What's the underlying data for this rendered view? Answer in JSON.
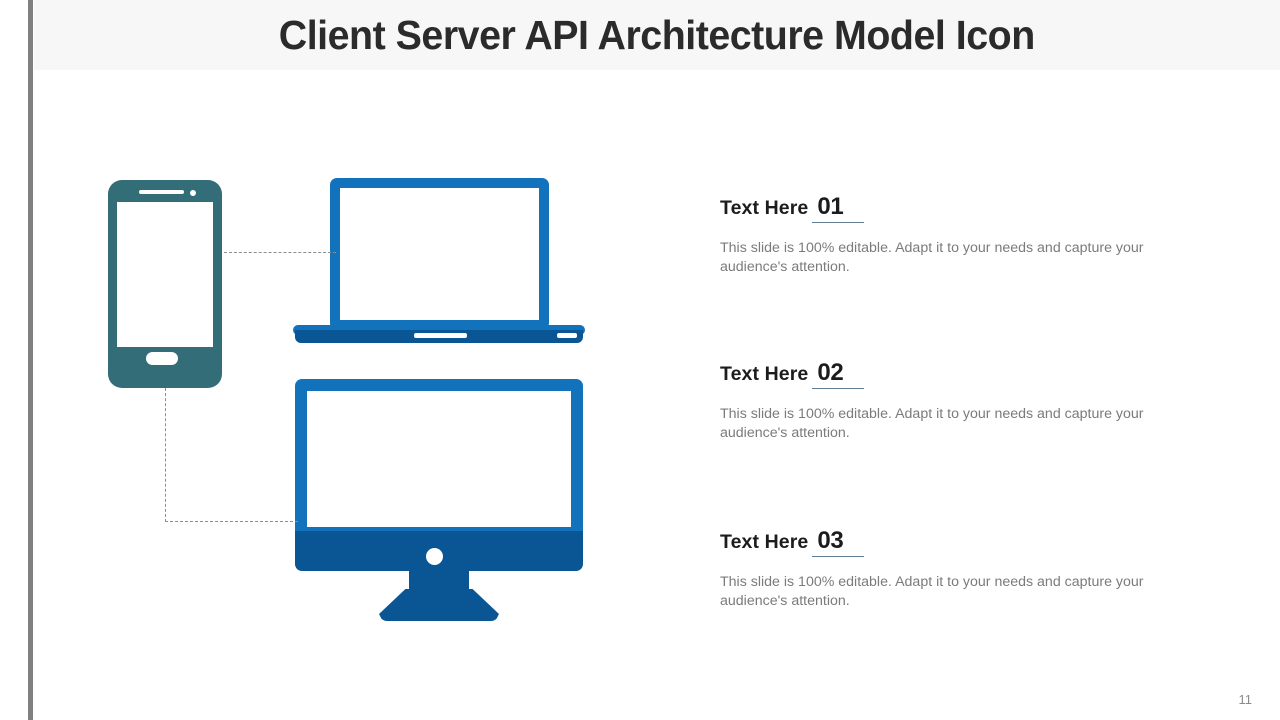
{
  "slide": {
    "title": "Client Server API Architecture Model Icon",
    "page_number": "11",
    "accent_color": "#1273bc",
    "accent_dark_color": "#0a5694",
    "phone_color": "#336e78",
    "rule_color": "#5f7d95",
    "header_background": "#f7f7f7",
    "rail_color": "#808080"
  },
  "diagram": {
    "nodes": [
      {
        "name": "mobile-phone",
        "label": "Mobile Phone",
        "color": "#336e78"
      },
      {
        "name": "laptop",
        "label": "Laptop",
        "color": "#1273bc"
      },
      {
        "name": "desktop-monitor",
        "label": "Desktop Monitor",
        "color": "#1273bc"
      }
    ],
    "connectors": [
      {
        "name": "phone-to-laptop",
        "style": "dashed",
        "color": "#8d8d8d"
      },
      {
        "name": "phone-to-monitor",
        "style": "dashed",
        "color": "#8d8d8d"
      }
    ]
  },
  "content": {
    "blocks": [
      {
        "title": "Text Here",
        "number": "01",
        "body": "This slide is 100% editable. Adapt it to your needs and capture your audience's attention."
      },
      {
        "title": "Text Here",
        "number": "02",
        "body": "This slide is 100% editable. Adapt it to your needs and capture your audience's attention."
      },
      {
        "title": "Text Here",
        "number": "03",
        "body": "This slide is 100% editable. Adapt it to your needs and capture your audience's attention."
      }
    ]
  }
}
